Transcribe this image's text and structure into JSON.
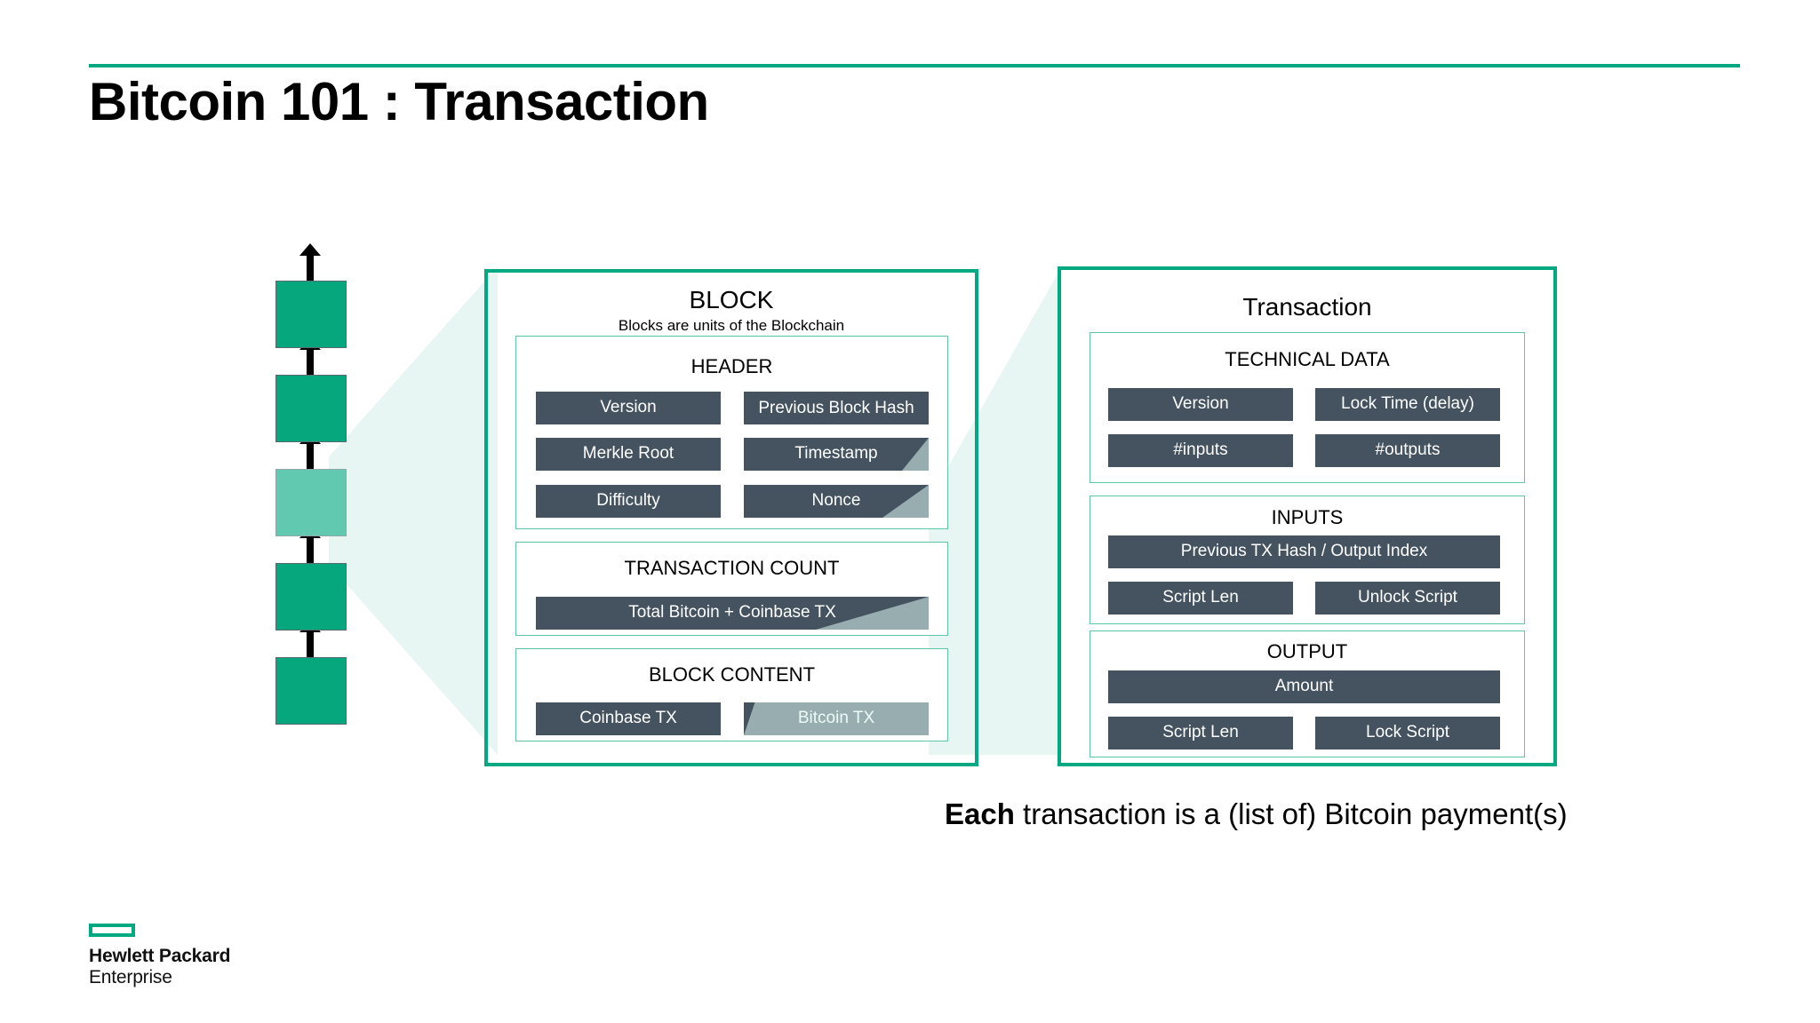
{
  "slide": {
    "title": "Bitcoin 101 : Transaction",
    "accent_color": "#01a982",
    "chip_color": "#44535f",
    "caption_bold": "Each",
    "caption_rest": " transaction is a (list of) Bitcoin payment(s)"
  },
  "blockchain": {
    "block_count": 5,
    "arrow_count": 5,
    "highlighted_index": 2
  },
  "block_panel": {
    "title": "BLOCK",
    "subtitle": "Blocks are units of the Blockchain",
    "sections": [
      {
        "name": "header",
        "title": "HEADER",
        "chips": [
          "Version",
          "Previous Block Hash",
          "Merkle Root",
          "Timestamp",
          "Difficulty",
          "Nonce"
        ]
      },
      {
        "name": "transaction-count",
        "title": "TRANSACTION COUNT",
        "chips": [
          "Total Bitcoin + Coinbase TX"
        ]
      },
      {
        "name": "block-content",
        "title": "BLOCK CONTENT",
        "chips": [
          "Coinbase TX",
          "Bitcoin TX"
        ]
      }
    ]
  },
  "transaction_panel": {
    "title": "Transaction",
    "sections": [
      {
        "name": "technical-data",
        "title": "TECHNICAL DATA",
        "chips": [
          "Version",
          "Lock Time (delay)",
          "#inputs",
          "#outputs"
        ]
      },
      {
        "name": "inputs",
        "title": "INPUTS",
        "chips": [
          "Previous TX Hash / Output Index",
          "Script Len",
          "Unlock Script"
        ]
      },
      {
        "name": "output",
        "title": "OUTPUT",
        "chips": [
          "Amount",
          "Script Len",
          "Lock Script"
        ]
      }
    ]
  },
  "logo": {
    "line1": "Hewlett Packard",
    "line2": "Enterprise"
  }
}
